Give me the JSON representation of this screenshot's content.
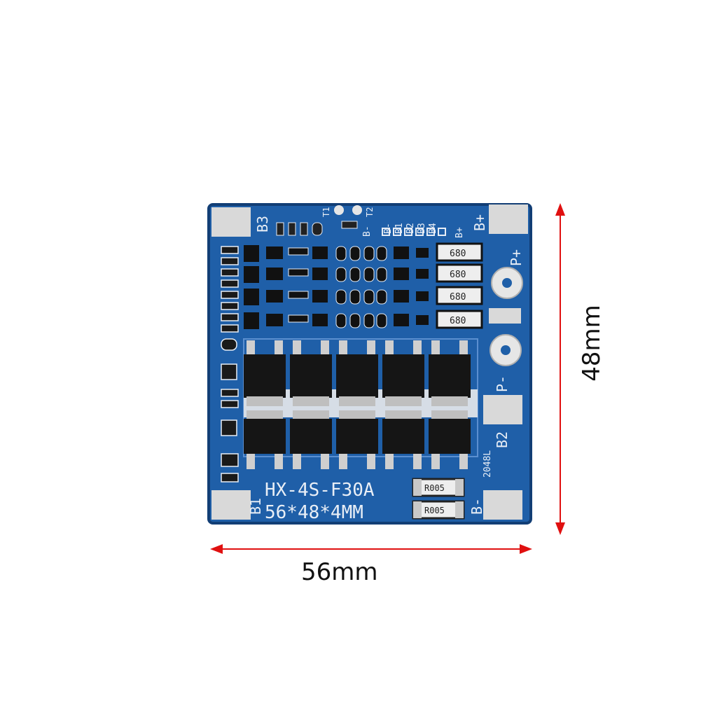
{
  "dimensions": {
    "width": "56mm",
    "height": "48mm",
    "arrow_color": "#e01010"
  },
  "board": {
    "model": "HX-4S-F30A",
    "size_marking": "56*48*4MM",
    "pcb_color": "#1f5fa8",
    "pad_color": "#d9d9d9",
    "pad_labels": {
      "top_left": "B3",
      "top_right": "B+",
      "p_plus": "P+",
      "p_minus": "P-",
      "mid_right": "B2",
      "bottom_left": "B1",
      "bottom_right": "B-"
    },
    "top_marks": {
      "t1": "T1",
      "t2": "T2",
      "b_minus": "B-",
      "b_plus": "B+",
      "balance_pins": [
        "B-",
        "B1",
        "B2",
        "B3",
        "B4"
      ]
    },
    "resistor_marks": [
      "680",
      "680",
      "680",
      "680"
    ],
    "shunt_marks": [
      "R005",
      "R005"
    ],
    "date_code": "2048L"
  }
}
